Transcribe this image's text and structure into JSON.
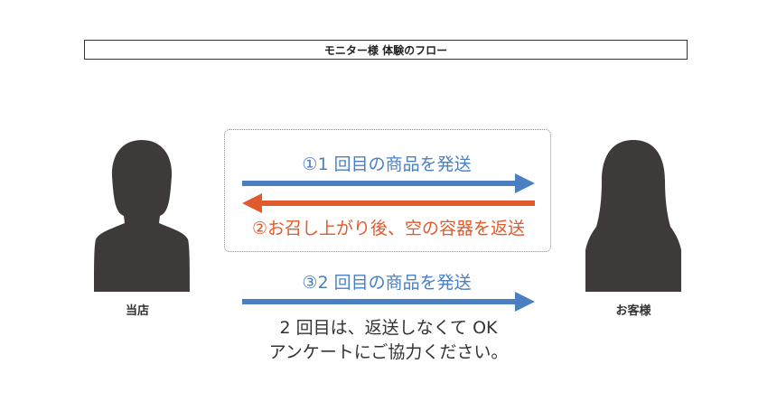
{
  "title": "モニター様 体験のフロー",
  "people": {
    "left": {
      "label": "当店",
      "icon": "female-silhouette-short-hair-icon"
    },
    "right": {
      "label": "お客様",
      "icon": "female-silhouette-long-hair-icon"
    }
  },
  "steps": [
    {
      "text": "①1 回目の商品を発送",
      "direction": "right",
      "color": "#4a7fc1"
    },
    {
      "text": "②お召し上がり後、空の容器を返送",
      "direction": "left",
      "color": "#e05a2b"
    },
    {
      "text": "③2 回目の商品を発送",
      "direction": "right",
      "color": "#4a7fc1"
    }
  ],
  "note": {
    "line1": "2 回目は、返送しなくて OK",
    "line2": "アンケートにご協力ください。"
  },
  "colors": {
    "silhouette": "#3e3a39",
    "blue": "#4a7fc1",
    "orange": "#e05a2b"
  }
}
